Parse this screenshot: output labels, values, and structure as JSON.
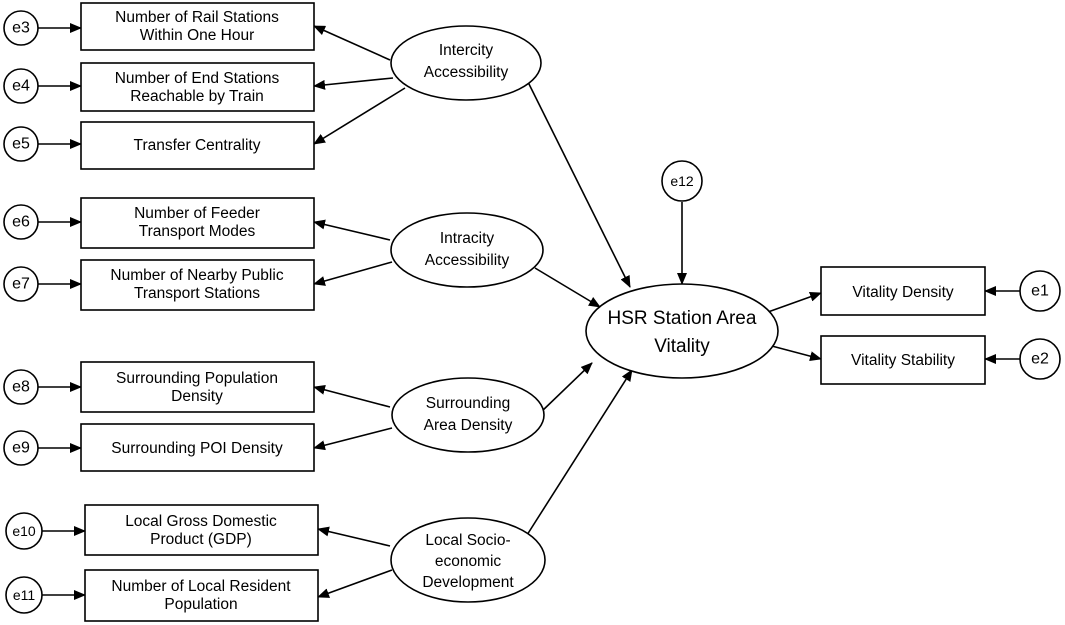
{
  "observed": {
    "rail_stations": [
      "Number of Rail Stations",
      "Within One Hour"
    ],
    "end_stations": [
      "Number of End Stations",
      "Reachable by Train"
    ],
    "transfer_centrality": [
      "Transfer Centrality"
    ],
    "feeder_modes": [
      "Number of Feeder",
      "Transport Modes"
    ],
    "public_transport": [
      "Number of Nearby Public",
      "Transport Stations"
    ],
    "population_density": [
      "Surrounding Population",
      "Density"
    ],
    "poi_density": [
      "Surrounding POI Density"
    ],
    "gdp": [
      "Local Gross Domestic",
      "Product (GDP)"
    ],
    "resident_population": [
      "Number of Local Resident",
      "Population"
    ],
    "vitality_density": [
      "Vitality Density"
    ],
    "vitality_stability": [
      "Vitality Stability"
    ]
  },
  "latent": {
    "intercity": [
      "Intercity",
      "Accessibility"
    ],
    "intracity": [
      "Intracity",
      "Accessibility"
    ],
    "surrounding": [
      "Surrounding",
      "Area Density"
    ],
    "socioeconomic": [
      "Local Socio-",
      "economic",
      "Development"
    ],
    "hsr_vitality": [
      "HSR Station Area",
      "Vitality"
    ]
  },
  "errors": {
    "e1": "e1",
    "e2": "e2",
    "e3": "e3",
    "e4": "e4",
    "e5": "e5",
    "e6": "e6",
    "e7": "e7",
    "e8": "e8",
    "e9": "e9",
    "e10": "e10",
    "e11": "e11",
    "e12": "e12"
  }
}
